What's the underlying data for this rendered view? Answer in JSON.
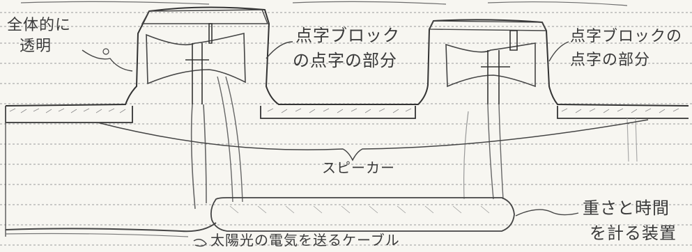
{
  "labels": {
    "transparent_line1": "全体的に",
    "transparent_line2": "透明",
    "braille_center_line1": "点字ブロック",
    "braille_center_line2": "の点字の部分",
    "braille_right_line1": "点字ブロックの",
    "braille_right_line2": "点字の部分",
    "speaker": "スピーカー",
    "device_line1": "重さと時間",
    "device_line2": "を計る装置",
    "solar_cable": "太陽光の電気を送るケーブル"
  }
}
